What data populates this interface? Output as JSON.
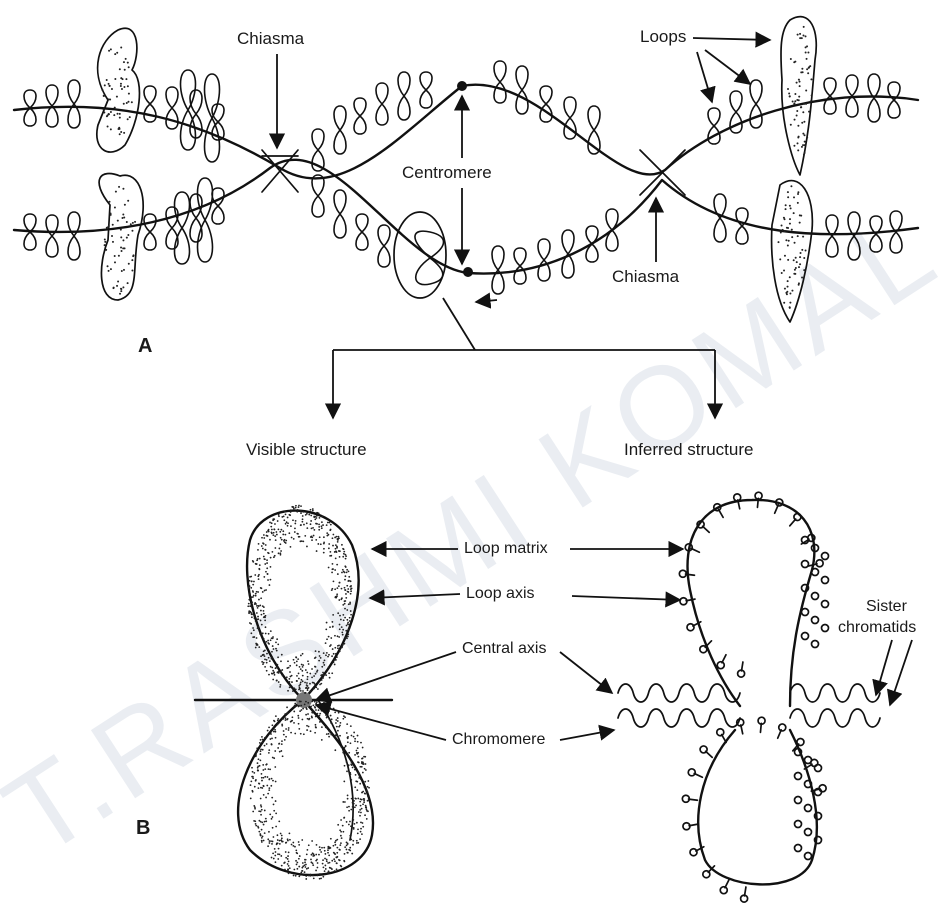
{
  "watermark": "T.RASHMI KOMAL",
  "panels": {
    "a": "A",
    "b": "B"
  },
  "labels": {
    "chiasma_top": "Chiasma",
    "chiasma_bottom": "Chiasma",
    "centromere": "Centromere",
    "loops": "Loops",
    "visible_structure": "Visible structure",
    "inferred_structure": "Inferred structure",
    "loop_matrix": "Loop matrix",
    "loop_axis": "Loop axis",
    "central_axis": "Central axis",
    "chromomere": "Chromomere",
    "sister_line1": "Sister",
    "sister_line2": "chromatids"
  }
}
